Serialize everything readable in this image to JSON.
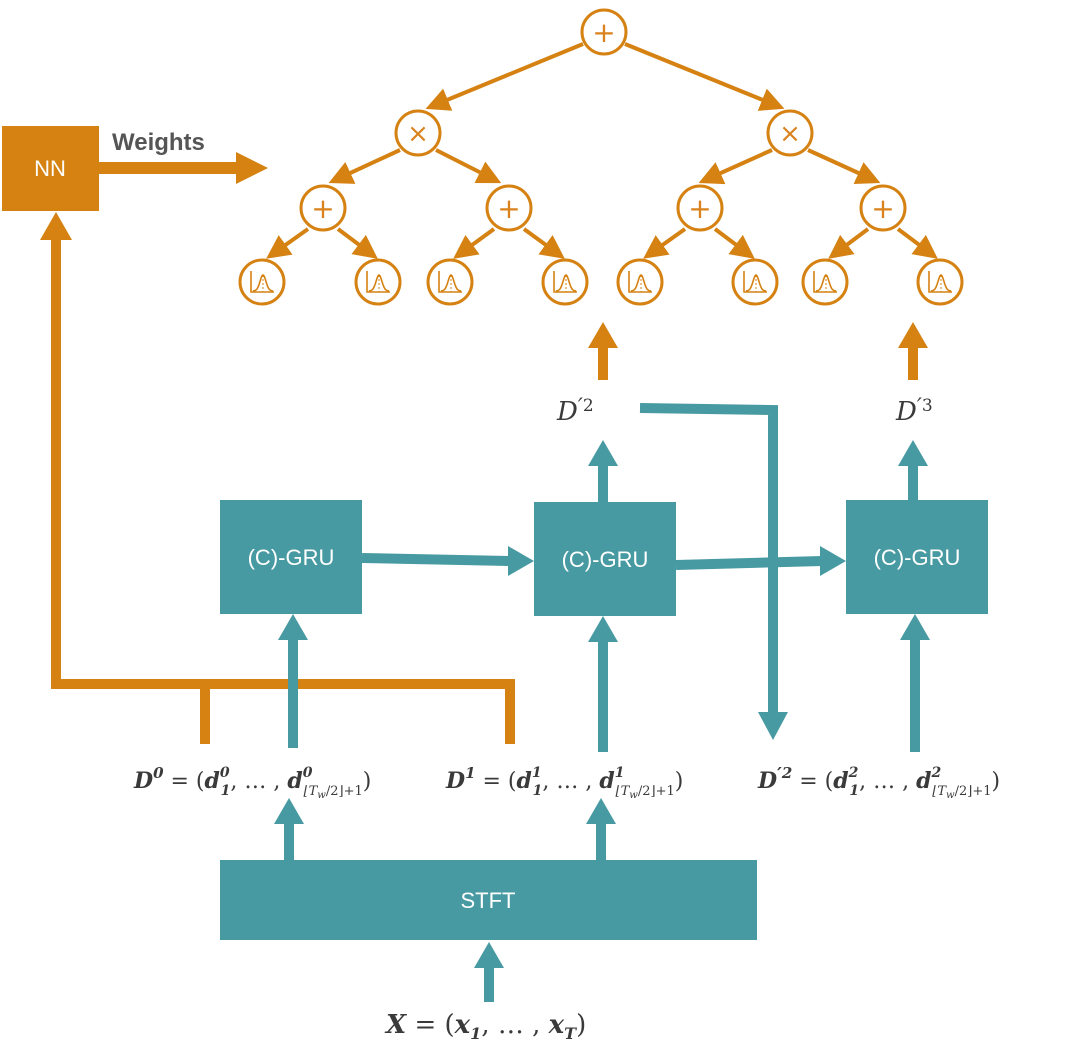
{
  "colors": {
    "orange": "#d58213",
    "teal": "#489aa2",
    "text": "#3a3a3a"
  },
  "nn": {
    "label": "NN",
    "weights_label": "Weights"
  },
  "tree": {
    "root": "+",
    "level1": [
      "×",
      "×"
    ],
    "level2": [
      "+",
      "+",
      "+",
      "+"
    ],
    "leaves_icon": "gaussian-density-icon"
  },
  "gru_label": "(C)-GRU",
  "stft_label": "STFT",
  "outputs": {
    "d2": {
      "base": "D",
      "prime": "′",
      "sup": "2"
    },
    "d3": {
      "base": "D",
      "prime": "′",
      "sup": "3"
    }
  },
  "input": {
    "lhs": "X",
    "eq": " = (",
    "x": "x",
    "sub1": "1",
    "mid": ", … , ",
    "subT": "T",
    "close": ")"
  },
  "sequences": [
    {
      "base": "D",
      "prime": "",
      "sup": "0",
      "eq": " = (",
      "d": "d",
      "sup1": "0",
      "sub1": "1",
      "mid": ", … , ",
      "sup2": "0",
      "sub2": "⌊T",
      "sub2b": "w",
      "sub2c": "/2⌋+1",
      "close": ")"
    },
    {
      "base": "D",
      "prime": "",
      "sup": "1",
      "eq": " = (",
      "d": "d",
      "sup1": "1",
      "sub1": "1",
      "mid": ", … , ",
      "sup2": "1",
      "sub2": "⌊T",
      "sub2b": "w",
      "sub2c": "/2⌋+1",
      "close": ")"
    },
    {
      "base": "D",
      "prime": "′",
      "sup": "2",
      "eq": " = (",
      "d": "d",
      "sup1": "2",
      "sub1": "1",
      "mid": ", … , ",
      "sup2": "2",
      "sub2": "⌊T",
      "sub2b": "w",
      "sub2c": "/2⌋+1",
      "close": ")"
    }
  ]
}
